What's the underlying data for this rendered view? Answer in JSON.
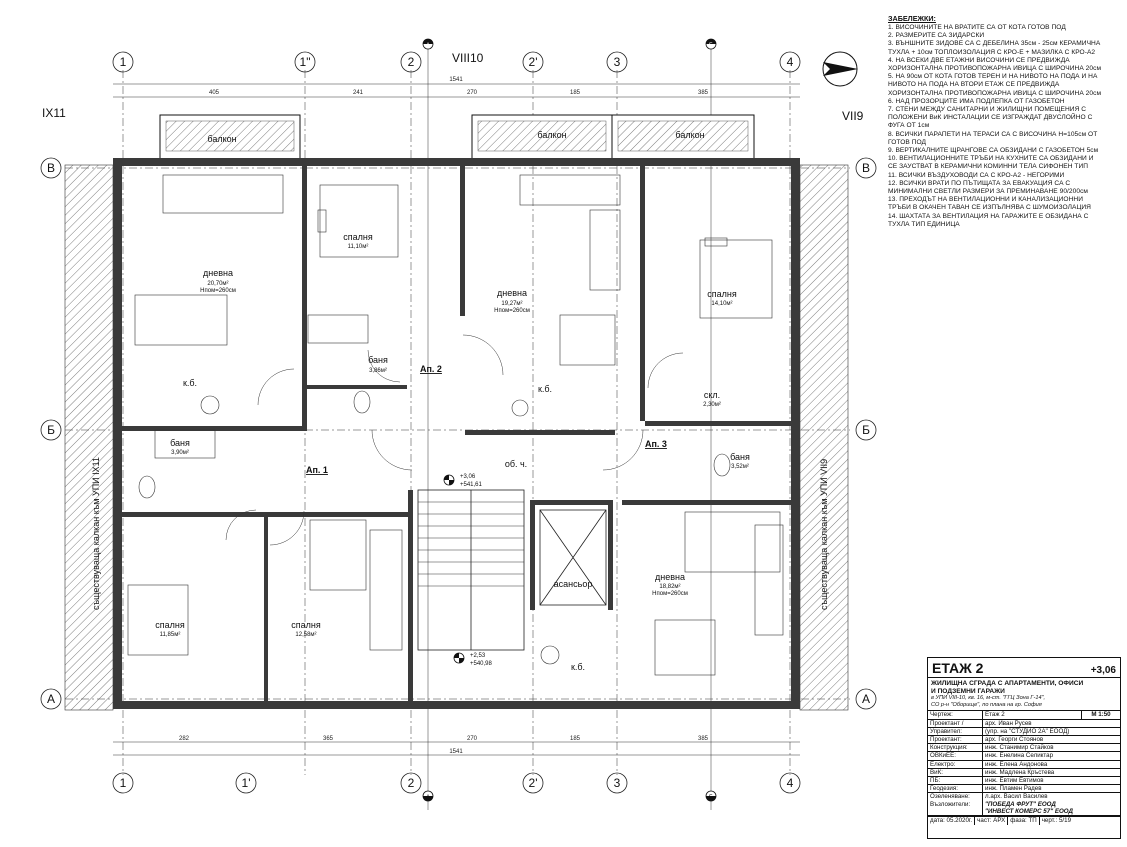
{
  "axes": {
    "top": [
      "1",
      "1\"",
      "2",
      "2'",
      "3",
      "4"
    ],
    "bottom": [
      "1",
      "1'",
      "2",
      "2'",
      "3",
      "4"
    ],
    "rows": [
      "B",
      "Б",
      "А"
    ]
  },
  "sections": {
    "a": "А",
    "b": "Б"
  },
  "neighbor_plots": {
    "top_left": "IX11",
    "top_center": "VIII10",
    "right": "VII9"
  },
  "neighbor_buildings": {
    "left": "съществуваща калкан към УПИ IX11",
    "right": "съществуваща калкан към УПИ VII9"
  },
  "dimensions": {
    "top": [
      "405",
      "241",
      "270",
      "185",
      "385"
    ],
    "total": "1541",
    "bottom": [
      "282",
      "365",
      "270",
      "185",
      "385"
    ]
  },
  "balconies": [
    "балкон",
    "балкон",
    "балкон"
  ],
  "rooms": [
    {
      "name": "дневна",
      "area": "20,70м²",
      "height": "Hпом=260см"
    },
    {
      "name": "спалня",
      "area": "11,10м²"
    },
    {
      "name": "дневна",
      "area": "19,27м²",
      "height": "Hпом=260см"
    },
    {
      "name": "спалня",
      "area": "14,10м²"
    },
    {
      "name": "баня",
      "area": "3,86м²"
    },
    {
      "name": "баня",
      "area": "3,90м²"
    },
    {
      "name": "скл.",
      "area": "2,30м²"
    },
    {
      "name": "баня",
      "area": "3,52м²"
    },
    {
      "name": "спалня",
      "area": "11,85м²"
    },
    {
      "name": "спалня",
      "area": "12,58м²"
    },
    {
      "name": "дневна",
      "area": "18,82м²",
      "height": "Hпом=260см"
    },
    {
      "name": "асансьор"
    },
    {
      "name": "об. ч."
    },
    {
      "name": "к.б."
    },
    {
      "name": "к.б."
    },
    {
      "name": "к.б."
    }
  ],
  "apartments": [
    "Ап. 1",
    "Ап. 2",
    "Ап. 3"
  ],
  "levels": {
    "landing": "+3,06",
    "landing_abs": "+541,61",
    "stair": "+2,53",
    "stair_abs": "+540,98"
  },
  "notes": {
    "title": "ЗАБЕЛЕЖКИ:",
    "items": [
      "1. ВИСОЧИНИТЕ НА ВРАТИТЕ СА ОТ КОТА ГОТОВ ПОД",
      "2. РАЗМЕРИТЕ СА ЗИДАРСКИ",
      "3. ВЪНШНИТЕ ЗИДОВЕ СА С ДЕБЕЛИНА 35см - 25см КЕРАМИЧНА",
      "ТУХЛА + 10см ТОПЛОИЗОЛАЦИЯ С КРО-Е + МАЗИЛКА С КРО-А2",
      "4. НА ВСЕКИ ДВЕ ЕТАЖНИ ВИСОЧИНИ СЕ ПРЕДВИЖДА",
      "ХОРИЗОНТАЛНА ПРОТИВОПОЖАРНА ИВИЦА С ШИРОЧИНА 20см",
      "5. НА 90см ОТ КОТА ГОТОВ ТЕРЕН И НА НИВОТО НА ПОДА И НА",
      "НИВОТО НА ПОДА НА ВТОРИ ЕТАЖ СЕ ПРЕДВИЖДА",
      "ХОРИЗОНТАЛНА ПРОТИВОПОЖАРНА ИВИЦА С ШИРОЧИНА 20см",
      "6. НАД ПРОЗОРЦИТЕ ИМА ПОДЛЕПКА ОТ ГАЗОБЕТОН",
      "7. СТЕНИ МЕЖДУ САНИТАРНИ И ЖИЛИЩНИ ПОМЕЩЕНИЯ С",
      "ПОЛОЖЕНИ ВиК ИНСТАЛАЦИИ СЕ ИЗГРАЖДАТ ДВУСЛОЙНО С",
      "ФУГА ОТ 1см",
      "8. ВСИЧКИ ПАРАПЕТИ НА ТЕРАСИ СА С ВИСОЧИНА H=105см ОТ",
      "ГОТОВ ПОД",
      "9. ВЕРТИКАЛНИТЕ ЩРАНГОВЕ СА ОБЗИДАНИ С ГАЗОБЕТОН 5см",
      "10. ВЕНТИЛАЦИОННИТЕ ТРЪБИ НА КУХНИТЕ СА ОБЗИДАНИ И",
      "СЕ ЗАУСТВАТ В КЕРАМИЧНИ КОМИННИ ТЕЛА СИФОНЕН ТИП",
      "11. ВСИЧКИ ВЪЗДУХОВОДИ СА С КРО-А2 - НЕГОРИМИ",
      "12. ВСИЧКИ ВРАТИ ПО ПЪТИЩАТА ЗА ЕВАКУАЦИЯ СА С",
      "МИНИМАЛНИ СВЕТЛИ РАЗМЕРИ ЗА ПРЕМИНАВАНЕ 90/200см",
      "13. ПРЕХОДЪТ НА ВЕНТИЛАЦИОННИ И КАНАЛИЗАЦИОННИ",
      "ТРЪБИ В ОКАЧЕН ТАВАН СЕ ИЗПЪЛНЯВА С ШУМОИЗОЛАЦИЯ",
      "14. ШАХТАТА ЗА ВЕНТИЛАЦИЯ НА ГАРАЖИТЕ Е ОБЗИДАНА С",
      "ТУХЛА ТИП ЕДИНИЦА"
    ]
  },
  "title_block": {
    "floor": "ЕТАЖ 2",
    "level": "+3,06",
    "project_lines": [
      "ЖИЛИЩНА СГРАДА С АПАРТАМЕНТИ, ОФИСИ",
      "И ПОДЗЕМНИ ГАРАЖИ"
    ],
    "location_lines": [
      "в УПИ VIII-10, кв. 16, м-ст. \"ГГЦ Зона Г-14\",",
      "СО р-н \"Оборище\", по плана на гр. София"
    ],
    "sheet_label": "Чертеж:",
    "sheet_value": "Етаж 2",
    "scale": "М 1:50",
    "rows": [
      {
        "k": "Проектант /",
        "v": "арх. Иван Русев"
      },
      {
        "k": "Управител:",
        "v": "(упр. на \"СТУДИО 2А\" ЕООД)"
      },
      {
        "k": "Проектант:",
        "v": "арх. Георги Стоянов"
      },
      {
        "k": "Конструкция:",
        "v": "инж. Станимир Стайков"
      },
      {
        "k": "ОВКиЕЕ:",
        "v": "инж. Енелина Селиктар"
      },
      {
        "k": "Електро:",
        "v": "инж. Елена Андонова"
      },
      {
        "k": "ВиК:",
        "v": "инж. Мадлена Кръстева"
      },
      {
        "k": "ПБ:",
        "v": "инж. Евтим Евтимов"
      },
      {
        "k": "Геодезия:",
        "v": "инж. Пламен Радев"
      },
      {
        "k": "Озеленяване:",
        "v": "л.арх. Васил Василев"
      }
    ],
    "investor_label": "Възложители:",
    "investors": [
      "\"ПОБЕДА ФРУТ\" ЕООД",
      "\"ИНВЕСТ КОМЕРС 57\" ЕООД"
    ],
    "footer": {
      "date": "дата: 05.2020г.",
      "part": "част: АРХ",
      "phase": "фаза: ТП",
      "sheet": "черт.: 5/19"
    }
  }
}
